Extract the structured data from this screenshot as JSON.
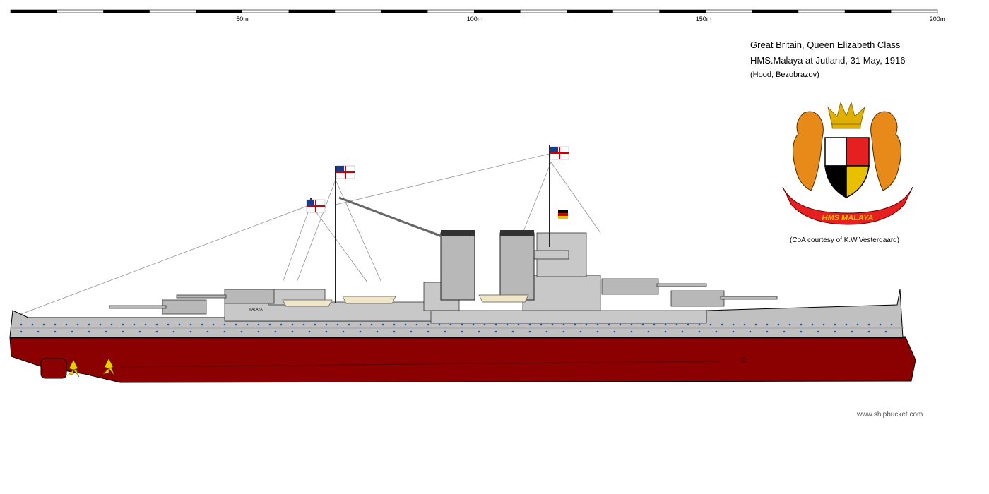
{
  "scale": {
    "tick_labels": [
      "50m",
      "100m",
      "150m",
      "200m"
    ]
  },
  "caption": {
    "line1": "Great Britain, Queen Elizabeth Class",
    "line2": "HMS.Malaya at Jutland,  31 May, 1916",
    "line3": "(Hood, Bezobrazov)"
  },
  "crest": {
    "motto": "HMS MALAYA",
    "credit": "(CoA courtesy of  K.W.Vestergaard)"
  },
  "ship": {
    "name_plate": "MALAYA",
    "hull_color": "#8b0000",
    "upper_color": "#c0c0c0",
    "boat_color": "#f0e6c8"
  },
  "watermark": "www.shipbucket.com"
}
